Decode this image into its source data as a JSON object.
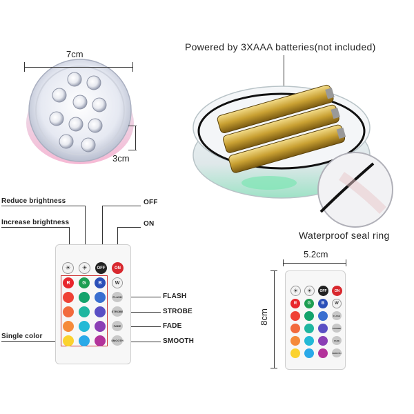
{
  "product": {
    "diameter_label": "7cm",
    "height_label": "3cm",
    "battery_note": "Powered by 3XAAA batteries(not included)",
    "seal_note": "Waterproof seal ring"
  },
  "remote_callouts": {
    "reduce_brightness": "Reduce brightness",
    "increase_brightness": "Increase brightness",
    "off": "OFF",
    "on": "ON",
    "flash": "FLASH",
    "strobe": "STROBE",
    "fade": "FADE",
    "smooth": "SMOOTH",
    "single_color": "Single color"
  },
  "remote": {
    "top_row": [
      "☀",
      "☀",
      "OFF",
      "ON"
    ],
    "rgbw_row": [
      "R",
      "G",
      "B",
      "W"
    ],
    "mode_buttons": [
      "FLASH",
      "STROBE",
      "FADE",
      "SMOOTH"
    ],
    "width_label": "5.2cm",
    "height_label": "8cm"
  },
  "colors": {
    "red": "#e8262d",
    "green": "#1e9e52",
    "blue": "#2b4fb8",
    "white_btn": "#f2f2f2",
    "off_btn": "#222222",
    "on_btn": "#d8282e",
    "grey_btn": "#c8c8c8",
    "callout_box": "#cc3333"
  },
  "color_grid": [
    [
      "#ef4136",
      "#13a36c",
      "#3a6fd0"
    ],
    [
      "#f26a3d",
      "#1fb6a0",
      "#5a4fc4"
    ],
    [
      "#f58a3a",
      "#23b9d6",
      "#8b3fb5"
    ],
    [
      "#fbd22e",
      "#2aa9e8",
      "#b3339b"
    ]
  ]
}
